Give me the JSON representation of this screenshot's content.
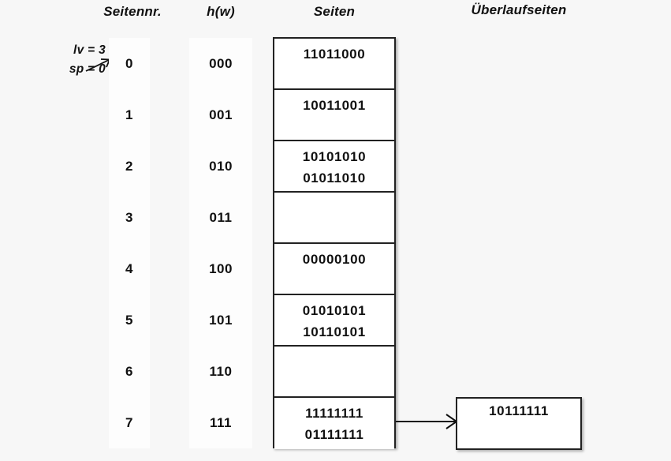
{
  "headers": {
    "seitennr": "Seitennr.",
    "hw": "h(w)",
    "seiten": "Seiten",
    "ueberlaufseiten": "Überlaufseiten"
  },
  "params": {
    "lv": "lv = 3",
    "sp": "sp = 0",
    "arrow_icon": "arrow-right-icon"
  },
  "colors": {
    "background": "#f7f7f7",
    "strip": "#fdfdfd",
    "box_border": "#222222",
    "box_fill": "#ffffff",
    "text": "#111111"
  },
  "rows": [
    {
      "seitennr": "0",
      "hw": "000",
      "entries": [
        "11011000"
      ]
    },
    {
      "seitennr": "1",
      "hw": "001",
      "entries": [
        "10011001"
      ]
    },
    {
      "seitennr": "2",
      "hw": "010",
      "entries": [
        "10101010",
        "01011010"
      ]
    },
    {
      "seitennr": "3",
      "hw": "011",
      "entries": []
    },
    {
      "seitennr": "4",
      "hw": "100",
      "entries": [
        "00000100"
      ]
    },
    {
      "seitennr": "5",
      "hw": "101",
      "entries": [
        "01010101",
        "10110101"
      ]
    },
    {
      "seitennr": "6",
      "hw": "110",
      "entries": []
    },
    {
      "seitennr": "7",
      "hw": "111",
      "entries": [
        "11111111",
        "01111111"
      ]
    }
  ],
  "overflow": {
    "entries": [
      "10111111"
    ],
    "link_icon": "arrow-right-icon"
  }
}
